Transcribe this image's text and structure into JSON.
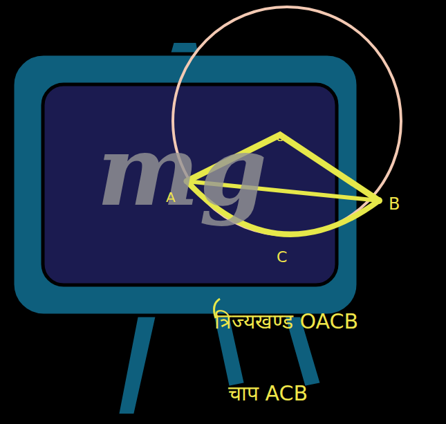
{
  "diagram": {
    "labels": [
      "mg",
      "A",
      "O",
      "B",
      "C",
      "त्रिज्यखण्ड OACB",
      "चाप ACB"
    ]
  }
}
